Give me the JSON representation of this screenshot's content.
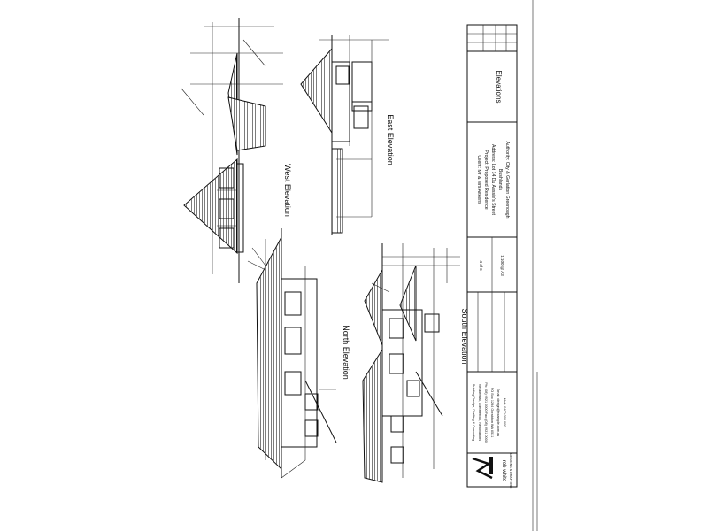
{
  "drawing": {
    "elevations": {
      "west": "West Elevation",
      "east": "East Elevation",
      "north": "North Elevation",
      "south": "South Elevation"
    },
    "title_block": {
      "sheet_title": "Elevations",
      "client": "Client: Mr & Mrs Altkens",
      "project": "Project: Proposed Residence",
      "address": "Address: Lot 14 Du Aussie's Street",
      "locality": "Bushlands",
      "authority": "Authority: City & Gerlation Greenough",
      "company_lines": [
        "Building Design, Drafting & Consulting",
        "Residential, Commercial, Renovations",
        "Ph: (08) 9921 0000  Fax: (08) 9921 0000",
        "PO Box 1234 Geraldton WA 6531",
        "Email: design@example.com.au",
        "Mob: 0400 000 000"
      ],
      "logo_text": "rob white",
      "logo_sub": "DESIGNS & DRAFTING",
      "scale": "1:100 @ A3",
      "sheet_no": "4 of 6"
    }
  }
}
